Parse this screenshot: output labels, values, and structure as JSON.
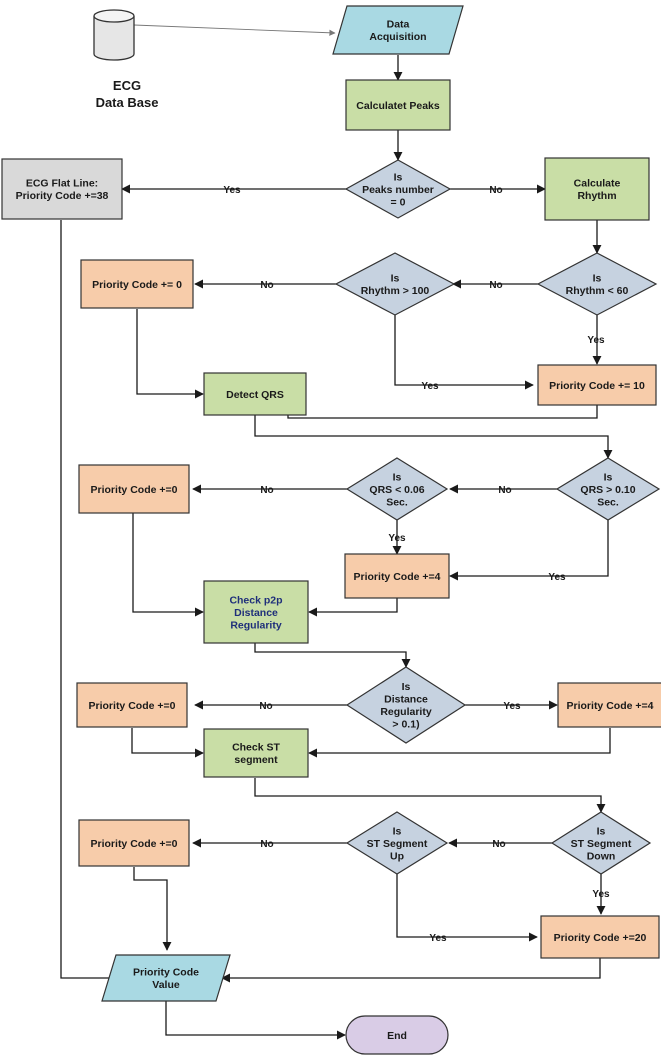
{
  "database": {
    "line1": "ECG",
    "line2": "Data Base"
  },
  "nodes": {
    "data_acq": [
      "Data",
      "Acquisition"
    ],
    "calc_peaks": [
      "Calculatet Peaks"
    ],
    "is_peaks": [
      "Is",
      "Peaks number",
      "= 0"
    ],
    "flat_line": [
      "ECG Flat Line:",
      "Priority Code +=38"
    ],
    "calc_rhythm": [
      "Calculate",
      "Rhythm"
    ],
    "is_rhythm_lt": [
      "Is",
      "Rhythm < 60"
    ],
    "is_rhythm_gt": [
      "Is",
      "Rhythm > 100"
    ],
    "pc_0_a": [
      "Priority Code += 0"
    ],
    "pc_10": [
      "Priority Code += 10"
    ],
    "detect_qrs": [
      "Detect QRS"
    ],
    "is_qrs_gt": [
      "Is",
      "QRS > 0.10",
      "Sec."
    ],
    "is_qrs_lt": [
      "Is",
      "QRS < 0.06",
      "Sec."
    ],
    "pc_0_b": [
      "Priority Code +=0"
    ],
    "pc_4_a": [
      "Priority Code +=4"
    ],
    "check_p2p": [
      "Check p2p",
      "Distance",
      "Regularity"
    ],
    "is_dist": [
      "Is",
      "Distance",
      "Regularity",
      "> 0.1)"
    ],
    "pc_0_c": [
      "Priority Code +=0"
    ],
    "pc_4_b": [
      "Priority Code +=4"
    ],
    "check_st": [
      "Check ST",
      "segment"
    ],
    "is_st_down": [
      "Is",
      "ST Segment",
      "Down"
    ],
    "is_st_up": [
      "Is",
      "ST Segment",
      "Up"
    ],
    "pc_0_d": [
      "Priority Code +=0"
    ],
    "pc_20": [
      "Priority Code +=20"
    ],
    "pc_value": [
      "Priority Code",
      "Value"
    ],
    "end": [
      "End"
    ]
  },
  "edge_labels": {
    "yes": "Yes",
    "no": "No"
  },
  "colors": {
    "io": "#a9d9e3",
    "process": "#c9dea6",
    "decision": "#c6d2e0",
    "priority": "#f7ccaa",
    "flat": "#d9d9d9",
    "end": "#d9cce6",
    "stroke": "#333333"
  }
}
